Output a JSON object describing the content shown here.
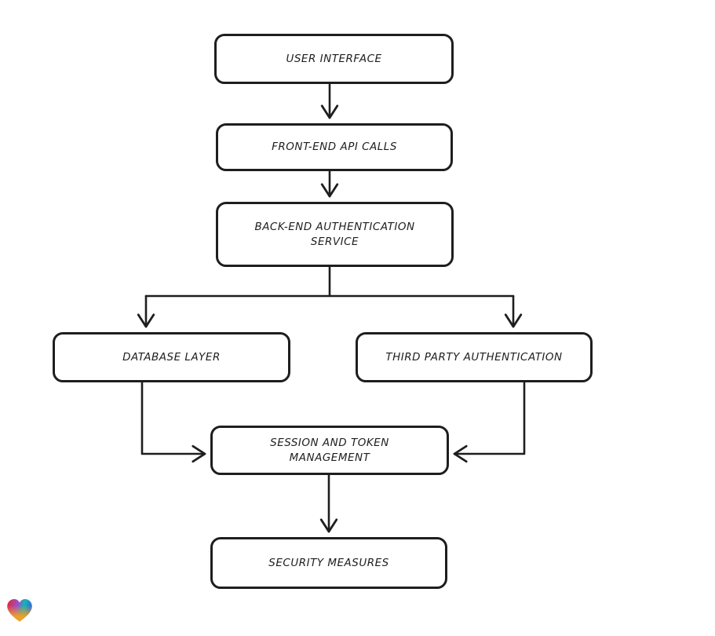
{
  "diagram": {
    "title": "authentication-flowchart",
    "background_color": "#ffffff",
    "stroke_color": "#1e1e1e",
    "node_fill_color": "#ffffff",
    "nodes": [
      {
        "id": "user-interface",
        "label": "USER INTERFACE"
      },
      {
        "id": "front-end-api-calls",
        "label": "FRONT-END API CALLS"
      },
      {
        "id": "back-end-authentication-service",
        "label": "BACK-END AUTHENTICATION SERVICE"
      },
      {
        "id": "database-layer",
        "label": "DATABASE LAYER"
      },
      {
        "id": "third-party-authentication",
        "label": "THIRD PARTY AUTHENTICATION"
      },
      {
        "id": "session-and-token-management",
        "label": "SESSION AND TOKEN MANAGEMENT"
      },
      {
        "id": "security-measures",
        "label": "SECURITY MEASURES"
      }
    ],
    "edges": [
      {
        "from": "user-interface",
        "to": "front-end-api-calls"
      },
      {
        "from": "front-end-api-calls",
        "to": "back-end-authentication-service"
      },
      {
        "from": "back-end-authentication-service",
        "to": "database-layer"
      },
      {
        "from": "back-end-authentication-service",
        "to": "third-party-authentication"
      },
      {
        "from": "database-layer",
        "to": "session-and-token-management"
      },
      {
        "from": "third-party-authentication",
        "to": "session-and-token-management"
      },
      {
        "from": "session-and-token-management",
        "to": "security-measures"
      }
    ]
  },
  "branding": {
    "logo_icon": "gradient-heart-icon",
    "colors": [
      "#e92327",
      "#9a4fd0",
      "#14b5b1",
      "#2f6be0",
      "#f7a21d"
    ]
  }
}
